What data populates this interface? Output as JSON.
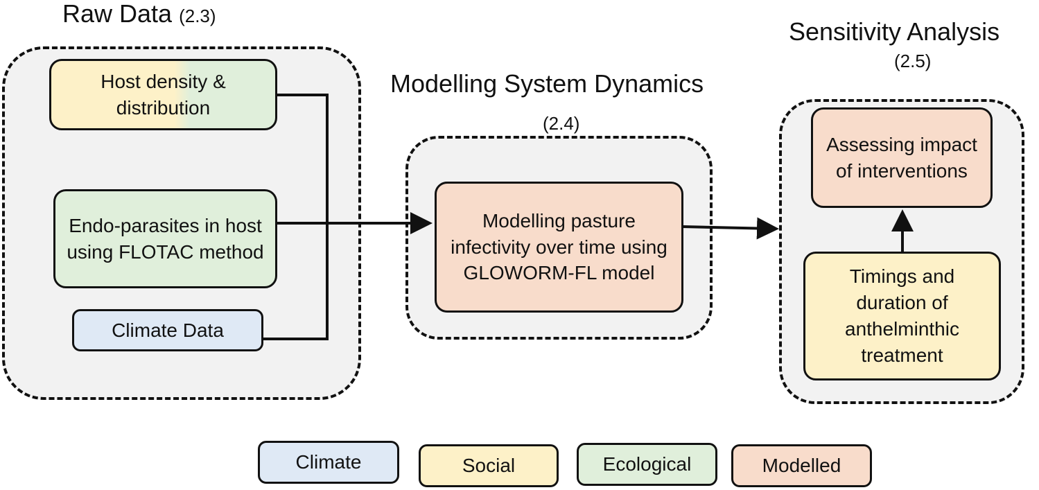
{
  "colors": {
    "climate": "#dfe9f5",
    "social": "#fdf1c8",
    "ecological": "#e0efdb",
    "modelled": "#f8dccb",
    "group_fill": "#f2f2f2",
    "stroke": "#111111"
  },
  "sections": {
    "raw": {
      "title": "Raw Data",
      "number": "(2.3)"
    },
    "modelling": {
      "title": "Modelling System Dynamics",
      "number": "(2.4)"
    },
    "sensitivity": {
      "title": "Sensitivity Analysis",
      "number": "(2.5)"
    }
  },
  "nodes": {
    "host_density": "Host density & distribution",
    "endo_parasites": "Endo-parasites in host using FLOTAC method",
    "climate_data": "Climate Data",
    "pasture_model": "Modelling pasture infectivity over time using GLOWORM-FL model",
    "assessing": "Assessing impact of interventions",
    "timings": "Timings and duration of anthelminthic treatment"
  },
  "legend": {
    "climate": "Climate",
    "social": "Social",
    "ecological": "Ecological",
    "modelled": "Modelled"
  }
}
